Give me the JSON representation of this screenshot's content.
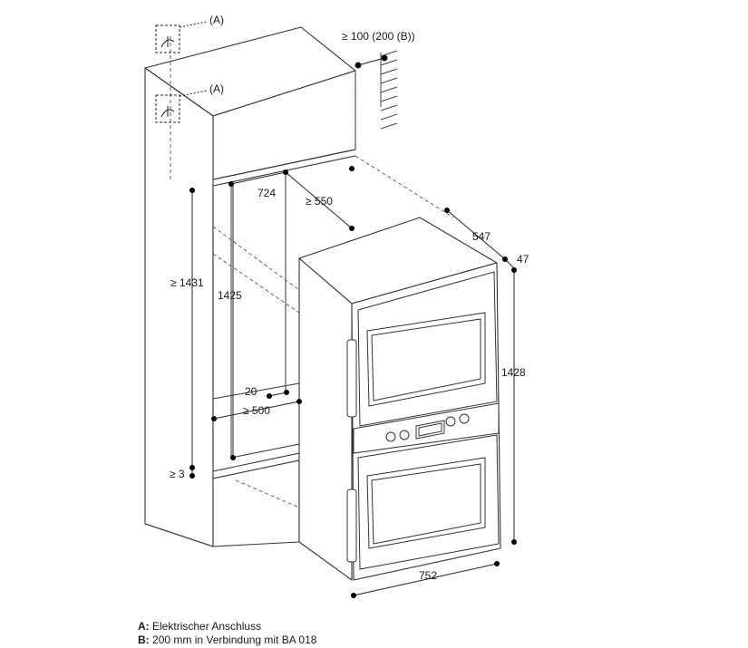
{
  "labels": {
    "a_top": "(A)",
    "a_mid": "(A)",
    "b_clearance": "≥ 100 (200 (B))"
  },
  "dimensions": {
    "w_724": "724",
    "d_550": "≥ 550",
    "d_547": "547",
    "d_47": "47",
    "h_1431": "≥ 1431",
    "h_1425": "1425",
    "h_1428": "1428",
    "d_20": "20",
    "d_500": "≥ 500",
    "h_3": "≥ 3",
    "w_752": "752"
  },
  "legend": [
    {
      "key": "A:",
      "text": "Elektrischer Anschluss"
    },
    {
      "key": "B:",
      "text": "200 mm in Verbindung mit BA 018"
    }
  ]
}
